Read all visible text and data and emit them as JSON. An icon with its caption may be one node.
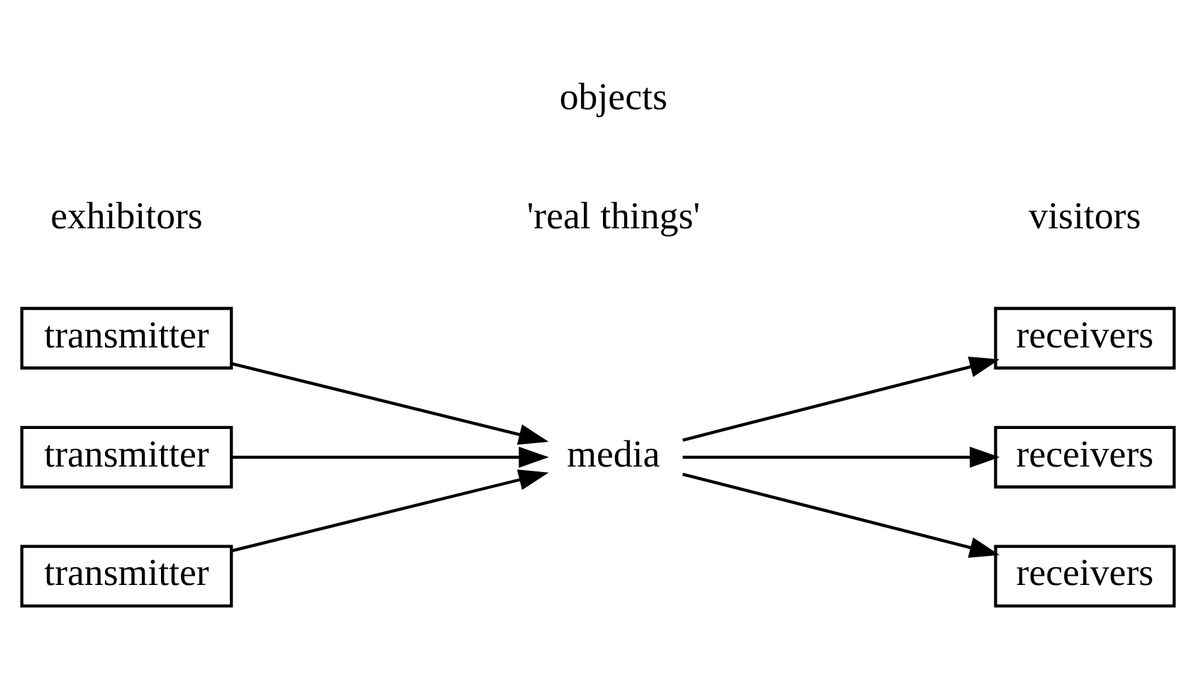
{
  "diagram": {
    "nodes": [
      {
        "text": [
          "transmitter"
        ]
      },
      {
        "text": [
          "transmitter"
        ]
      },
      {
        "text": [
          "transmitter"
        ]
      },
      {
        "text": [
          "media"
        ]
      },
      {
        "text": [
          "receivers"
        ]
      },
      {
        "text": [
          "receivers"
        ]
      },
      {
        "text": [
          "receivers"
        ]
      }
    ],
    "edges": [
      {
        "from": 0,
        "to": 3,
        "arrow": "to"
      },
      {
        "from": 1,
        "to": 3,
        "arrow": "to"
      },
      {
        "from": 2,
        "to": 3,
        "arrow": "to"
      },
      {
        "from": 3,
        "to": 4,
        "arrow": "to"
      },
      {
        "from": 3,
        "to": 5,
        "arrow": "to"
      },
      {
        "from": 3,
        "to": 6,
        "arrow": "to"
      }
    ],
    "labels": [
      "'real things'",
      "exhibitors",
      "objects",
      "visitors"
    ]
  }
}
